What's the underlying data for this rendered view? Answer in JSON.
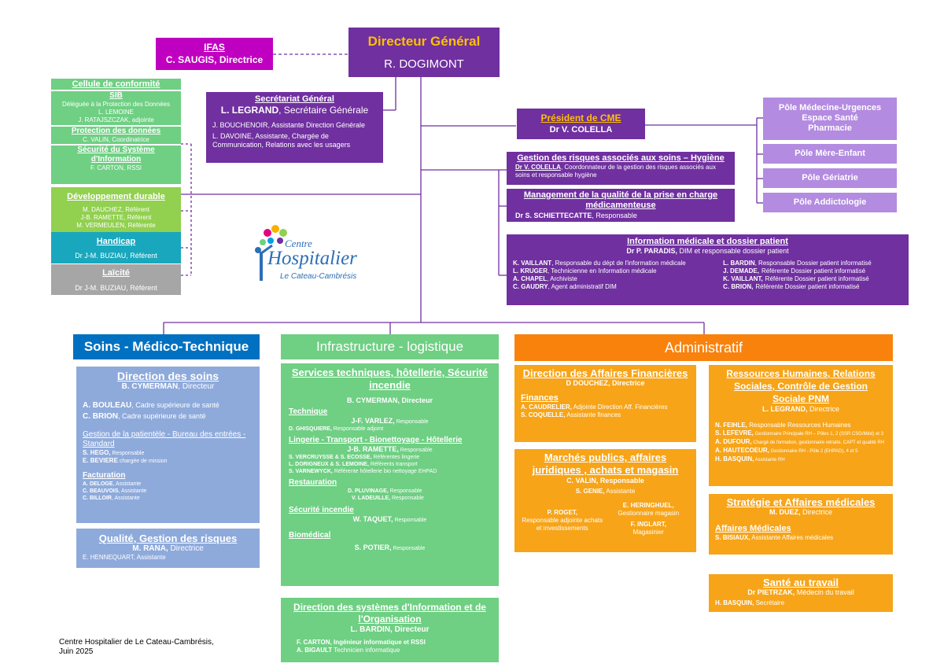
{
  "dg": {
    "title": "Directeur Général",
    "name": "R. DOGIMONT"
  },
  "ifas": {
    "title": "IFAS",
    "name": "C. SAUGIS, Directrice"
  },
  "sg": {
    "title": "Secrétariat Général",
    "name": "L. LEGRAND",
    "role": ", Secrétaire Générale",
    "l1": "J. BOUCHENOIR, Assistante Direction Générale",
    "l2": "L. DAVOINE, Assistante, Chargée de Communication, Relations avec les usagers"
  },
  "conf": {
    "title": "Cellule de conformité",
    "sib": "SIB",
    "sib_l1": "Déléguée à la Protection des Données",
    "sib_l2": "L. LEMOINE",
    "sib_l3": "J. RATAJSZCZAK, adjointe",
    "pd": "Protection des données",
    "pd_l1": "C. VALIN, Coordinatrice",
    "ssi": "Sécurité du Système d'Information",
    "ssi_l1": "F. CARTON, RSSI"
  },
  "dd": {
    "title": "Développement durable",
    "l1": "M. DAUCHEZ, Référent",
    "l2": "J-B. RAMETTE, Référent",
    "l3": "M. VERMEULEN, Référente"
  },
  "hand": {
    "title": "Handicap",
    "l1": "Dr J-M. BUZIAU, Référent"
  },
  "laic": {
    "title": "Laïcité",
    "l1": "Dr J-M. BUZIAU, Référent"
  },
  "logo": {
    "l1": "Centre",
    "l2": "Hospitalier",
    "l3": "Le Cateau-Cambrésis"
  },
  "cme": {
    "title": "Président de CME",
    "name": "Dr V. COLELLA"
  },
  "poles": [
    "Pôle Médecine-Urgences\nEspace Santé\nPharmacie",
    "Pôle Mère-Enfant",
    "Pôle Gériatrie",
    "Pôle Addictologie"
  ],
  "grs": {
    "title": "Gestion des risques associés aux soins – Hygiène",
    "name": "Dr V. COLELLA",
    "desc": ", Coordonnateur de la gestion des risques associés aux soins et responsable hygiène"
  },
  "mqp": {
    "title": "Management de la qualité de la prise en charge médicamenteuse",
    "name": "Dr S. SCHIETTECATTE",
    "desc": ", Responsable"
  },
  "dim": {
    "title": "Information médicale et dossier patient",
    "name": "Dr P. PARADIS,",
    "desc": " DIM et responsable dossier patient",
    "left": [
      [
        "K. VAILLANT",
        ", Responsable du dépt de l'information médicale"
      ],
      [
        "L. KRUGER",
        ", Technicienne en Information médicale"
      ],
      [
        "A. CHAPEL",
        ", Archiviste"
      ],
      [
        "C. GAUDRY",
        ", Agent administratif DIM"
      ]
    ],
    "right": [
      [
        "L. BARDIN",
        ", Responsable Dossier patient informatisé"
      ],
      [
        "J. DEMADE,",
        "Référente Dossier patient informatisé"
      ],
      [
        "K. VAILLANT,",
        "Référente Dossier patient informatisé"
      ],
      [
        "C. BRION,",
        "Référente Dossier patient informatisé"
      ]
    ]
  },
  "soins": {
    "header": "Soins - Médico-Technique",
    "ds_title": "Direction des soins",
    "ds_name": "B. CYMERMAN",
    ", ": "",
    "ds_role": ", Directeur",
    "ab": "A. BOULEAU",
    ", ab": "",
    "ab_role": ", Cadre supérieure de santé",
    "cb": "C. BRION",
    "cb_role": ", Cadre supérieure de santé",
    "gp_title": "Gestion de la patientèle - Bureau des entrées - Standard",
    "sh": "S. HEGO,",
    "sh_role": " Responsable",
    "eb": "E. BEVIERE",
    "eb_role": " chargée de mission",
    "fact_title": "Facturation",
    "f1": "A. DELOGE",
    "f1r": ", Assistante",
    "f2": "C. BEAUVOIS",
    "f2r": ", Assistante",
    "f3": "C. BILLOIR",
    "f3r": ", Assistante",
    "q_title": "Qualité, Gestion des risques",
    "q_name": "M. RANA,",
    "q_role": " Directrice",
    "q_l1": "E. HENNEQUART",
    "q_l1r": ", Assistante"
  },
  "infra": {
    "header": "Infrastructure - logistique",
    "st_title": "Services techniques, hôtellerie, Sécurité incendie",
    "st_name": "B. CYMERMAN, Directeur",
    "tech": "Technique",
    "tech_name": "J-F. VARLEZ,",
    "tech_role": " Responsable",
    "tech_l2": "D. GHISQUIERE,",
    "tech_l2r": " Responsable adjoint",
    "ling": "Lingerie - Transport - Bionettoyage - Hôtellerie",
    "ling_name": "J-B. RAMETTE,",
    "ling_role": " Responsable",
    "ling_l1": "S. VERCRUYSSE & S. ECOSSE,",
    "ling_l1r": " Référentes lingerie",
    "ling_l2": "L. DORIGNEUX & S. LEMOINE,",
    "ling_l2r": " Référents transport",
    "ling_l3": "S. VARNEWYCK,",
    "ling_l3r": " Référente hôtellerie bio nettoyage EHPAD",
    "rest": "Restauration",
    "rest_l1": "D. PLUVINAGE,",
    "rest_l1r": " Responsable",
    "rest_l2": "V. LADEUILLE,",
    "rest_l2r": " Responsable",
    "sec": "Sécurité incendie",
    "sec_name": "W. TAQUET,",
    "sec_role": " Responsable",
    "bio": "Biomédical",
    "bio_name": "S. POTIER,",
    "bio_role": " Responsable",
    "dsi_title": "Direction des systèmes d'Information et de l'Organisation",
    "dsi_name": "L. BARDIN, Directeur",
    "dsi_l1": "F. CARTON, Ingénieur informatique et RSSI",
    "dsi_l2": "A. BIGAULT",
    "dsi_l2r": " Technicien informatique"
  },
  "admin": {
    "header": "Administratif",
    "daf_title": "Direction des Affaires Financières",
    "daf_name": "D DOUCHEZ, Directrice",
    "fin": "Finances",
    "fin_l1": "A. CAUDRELIER,",
    "fin_l1r": " Adjointe Direction Aff. Financières",
    "fin_l2": "S. COQUELLE,",
    "fin_l2r": " Assistante finances",
    "mp_title": "Marchés publics, affaires juridiques , achats et magasin",
    "mp_name": "C. VALIN, Responsable",
    "mp_l1": "S. GENIE,",
    "mp_l1r": " Assistante",
    "mp_pr": "P. ROGET,",
    "mp_pr_r": "Responsable adjointe achats et investissements",
    "mp_eh": "E. HERINGHUEL,",
    "mp_eh_r": "Gestionnaire magasin",
    "mp_fi": "F. INGLART,",
    "mp_fi_r": "Magasinier",
    "rh_title": "Ressources Humaines, Relations Sociales, Contrôle de Gestion Sociale PNM",
    "rh_name": "L. LEGRAND,",
    "rh_role": " Directrice",
    "rh_l1": "N. FEIHLE,",
    "rh_l1r": " Responsable Ressources Humaines",
    "rh_l2": "S. LEFEVRE,",
    "rh_l2r": " Gestionnaire Principale RH – Pôles 1, 2 (SSR CSG/Méd) et 3",
    "rh_l3": "A. DUFOUR,",
    "rh_l3r": " Chargé de formation, gestionnaire retraite, CAPT et qualité RH",
    "rh_l4": "A. HAUTECOEUR,",
    "rh_l4r": " Gestionnaire RH - Pôle 2 (EHPAD), 4 et 5",
    "rh_l5": "H. BASQUIN,",
    "rh_l5r": " Assistante RH",
    "sam_title": "Stratégie et Affaires médicales",
    "sam_name": "M. DUEZ,",
    "sam_role": " Directrice",
    "am": "Affaires Médicales",
    "am_l1": "S. BISIAUX,",
    "am_l1r": " Assistante Affaires médicales",
    "sat_title": "Santé au travail",
    "sat_name": "Dr PIETRZAK,",
    "sat_role": " Médecin du travail",
    "sat_l1": "H. BASQUIN,",
    "sat_l1r": " Secrétaire"
  },
  "footer": {
    "l1": "Centre Hospitalier de Le Cateau-Cambrésis,",
    "l2": "Juin 2025"
  }
}
